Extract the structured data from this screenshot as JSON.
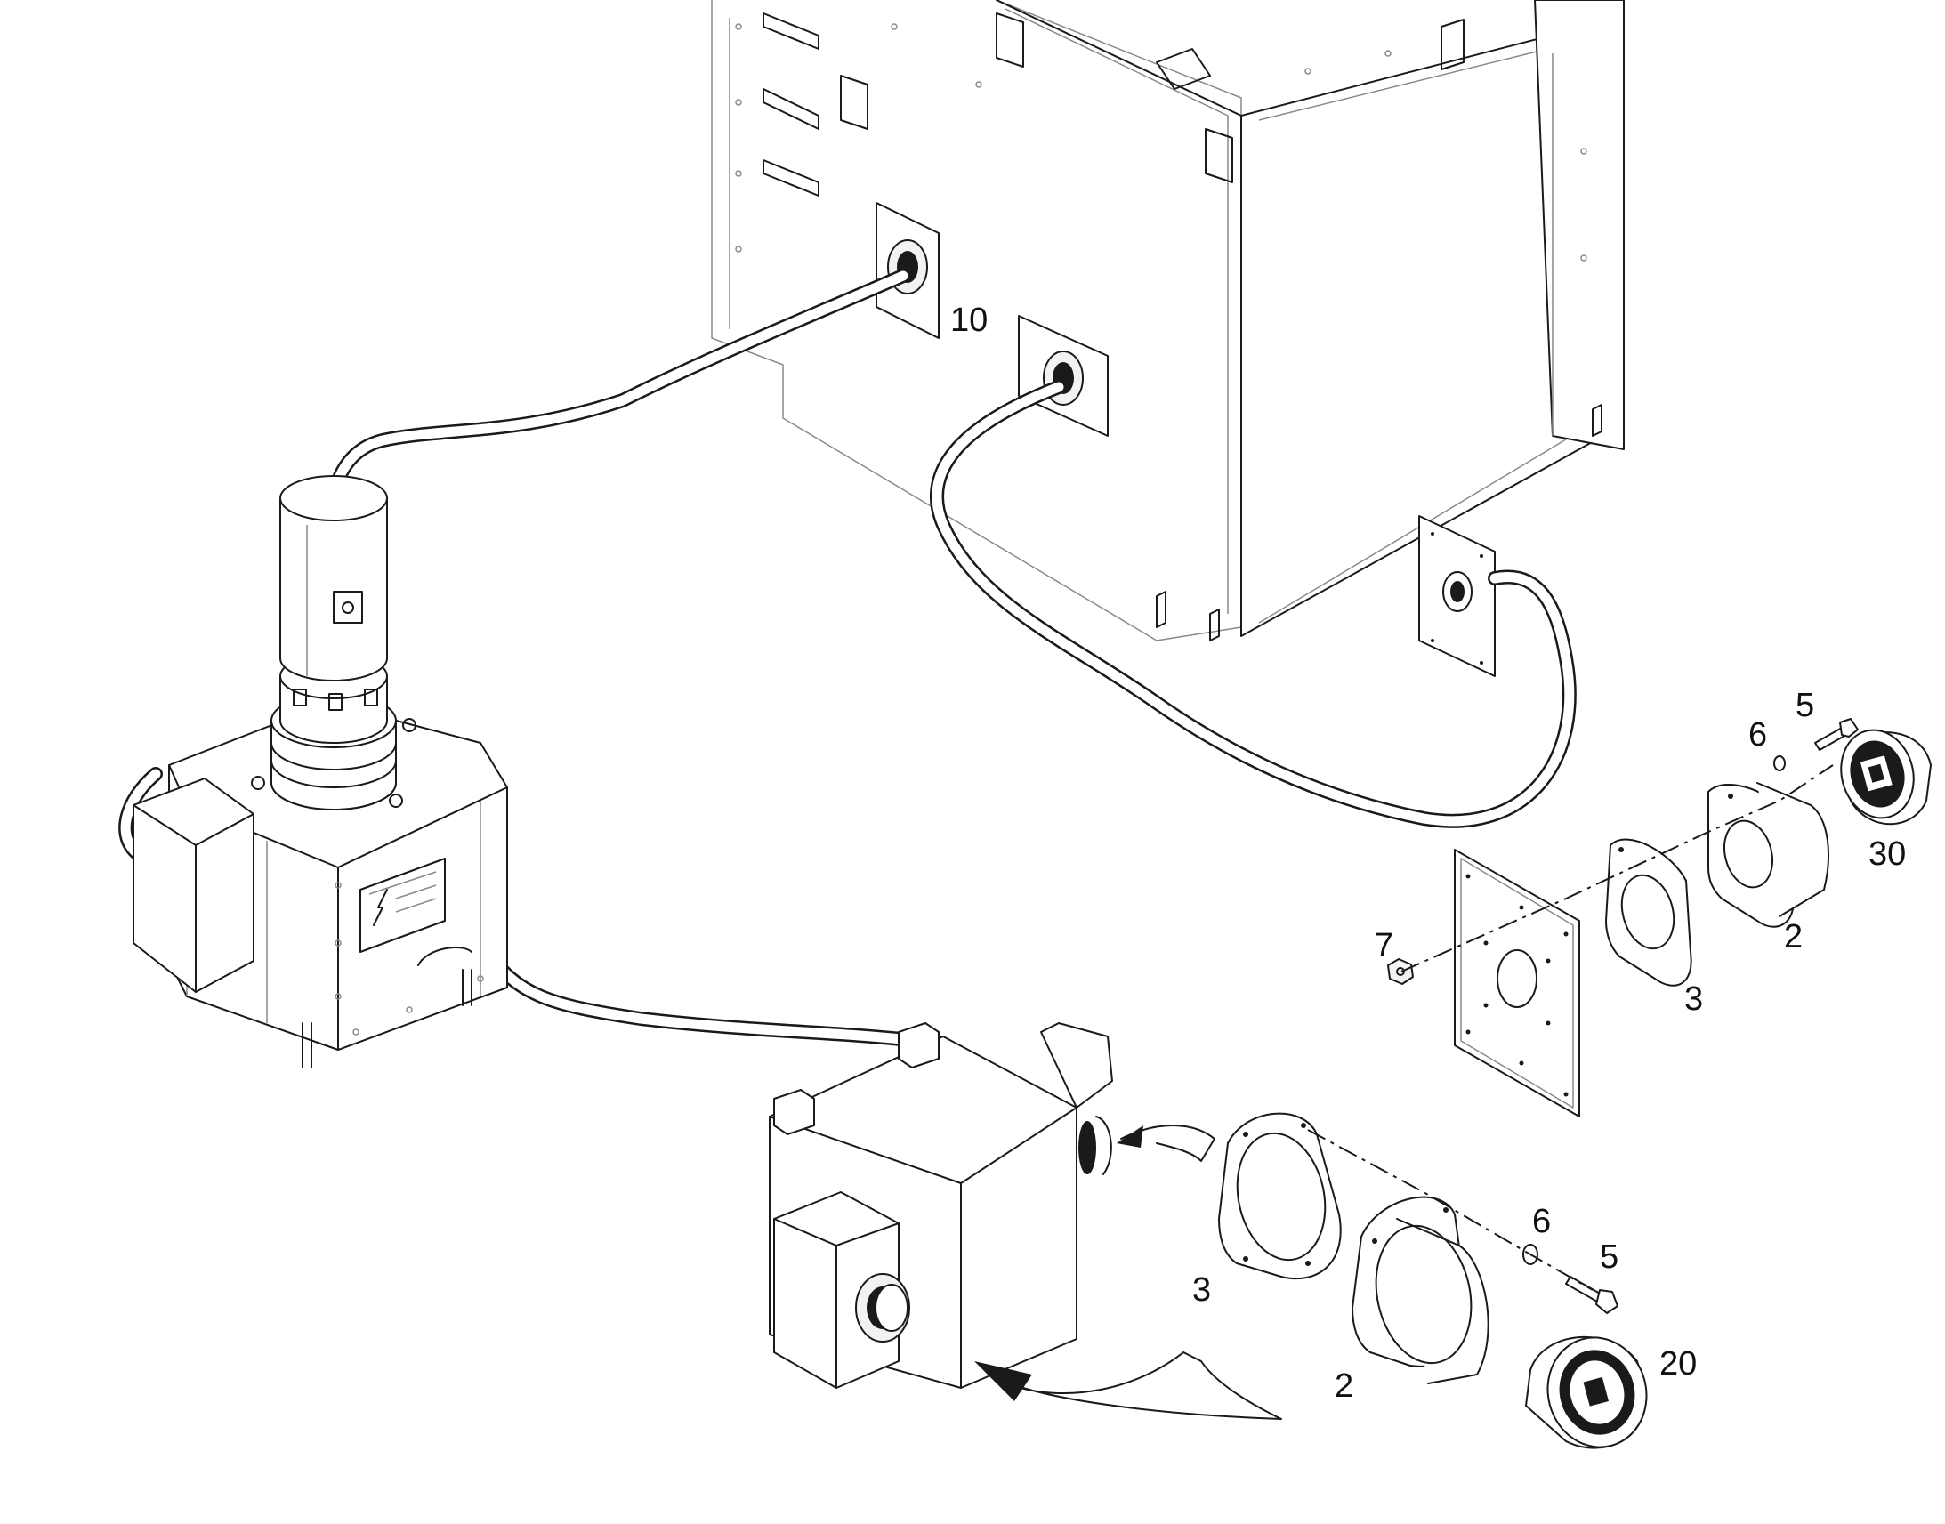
{
  "colors": {
    "line": "#1a1a1a",
    "light_line": "#8a8a8a",
    "background": "#ffffff"
  },
  "callouts": {
    "c10": "10",
    "c30": "30",
    "c20": "20",
    "upper_5": "5",
    "upper_6": "6",
    "upper_7": "7",
    "upper_2": "2",
    "upper_3": "3",
    "lower_3": "3",
    "lower_2": "2",
    "lower_6": "6",
    "lower_5": "5"
  }
}
